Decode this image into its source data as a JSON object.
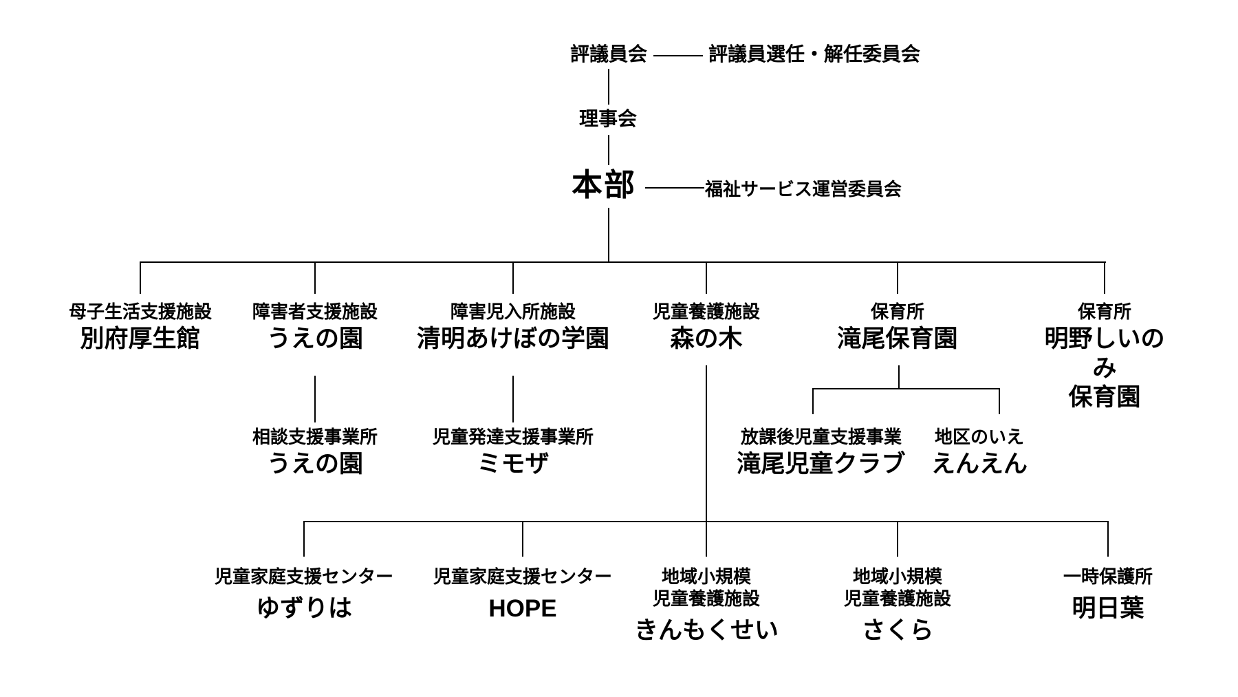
{
  "colors": {
    "background": "#ffffff",
    "text": "#000000",
    "line": "#000000"
  },
  "org": {
    "council": {
      "label": "評議員会"
    },
    "council_committee": {
      "label": "評議員選任・解任委員会"
    },
    "board": {
      "label": "理事会"
    },
    "headquarters": {
      "label": "本部"
    },
    "hq_committee": {
      "label": "福祉サービス運営委員会"
    },
    "facilities": [
      {
        "type": "母子生活支援施設",
        "name": "別府厚生館"
      },
      {
        "type": "障害者支援施設",
        "name": "うえの園"
      },
      {
        "type": "障害児入所施設",
        "name": "清明あけぼの学園"
      },
      {
        "type": "児童養護施設",
        "name": "森の木"
      },
      {
        "type": "保育所",
        "name": "滝尾保育園"
      },
      {
        "type": "保育所",
        "name": "明野しいのみ\n保育園"
      }
    ],
    "ueno_children": [
      {
        "type": "相談支援事業所",
        "name": "うえの園"
      }
    ],
    "seimei_children": [
      {
        "type": "児童発達支援事業所",
        "name": "ミモザ"
      }
    ],
    "takio_children": [
      {
        "type": "放課後児童支援事業",
        "name": "滝尾児童クラブ"
      },
      {
        "type": "地区のいえ",
        "name": "えんえん"
      }
    ],
    "morinoki_children": [
      {
        "type": "児童家庭支援センター",
        "name": "ゆずりは"
      },
      {
        "type": "児童家庭支援センター",
        "name": "HOPE"
      },
      {
        "type": "地域小規模\n児童養護施設",
        "name": "きんもくせい"
      },
      {
        "type": "地域小規模\n児童養護施設",
        "name": "さくら"
      },
      {
        "type": "一時保護所",
        "name": "明日葉"
      }
    ]
  }
}
